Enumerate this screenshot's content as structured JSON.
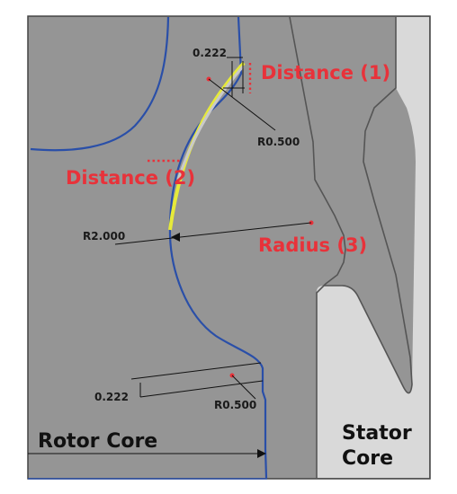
{
  "labels": {
    "distance_1": "Distance (1)",
    "distance_2": "Distance (2)",
    "radius_3": "Radius (3)",
    "rotor_core": "Rotor Core",
    "stator_core_line1": "Stator",
    "stator_core_line2": "Core"
  },
  "dimensions": {
    "gap_top": "0.222",
    "radius_top": "R0.500",
    "radius_main": "R2.000",
    "gap_bottom": "0.222",
    "radius_bottom": "R0.500"
  },
  "colors": {
    "rotor": "#959595",
    "stator": "#d9d9d9",
    "outline": "#2a4fa8",
    "highlight": "#e6ea3a",
    "callout": "#e8323a"
  }
}
